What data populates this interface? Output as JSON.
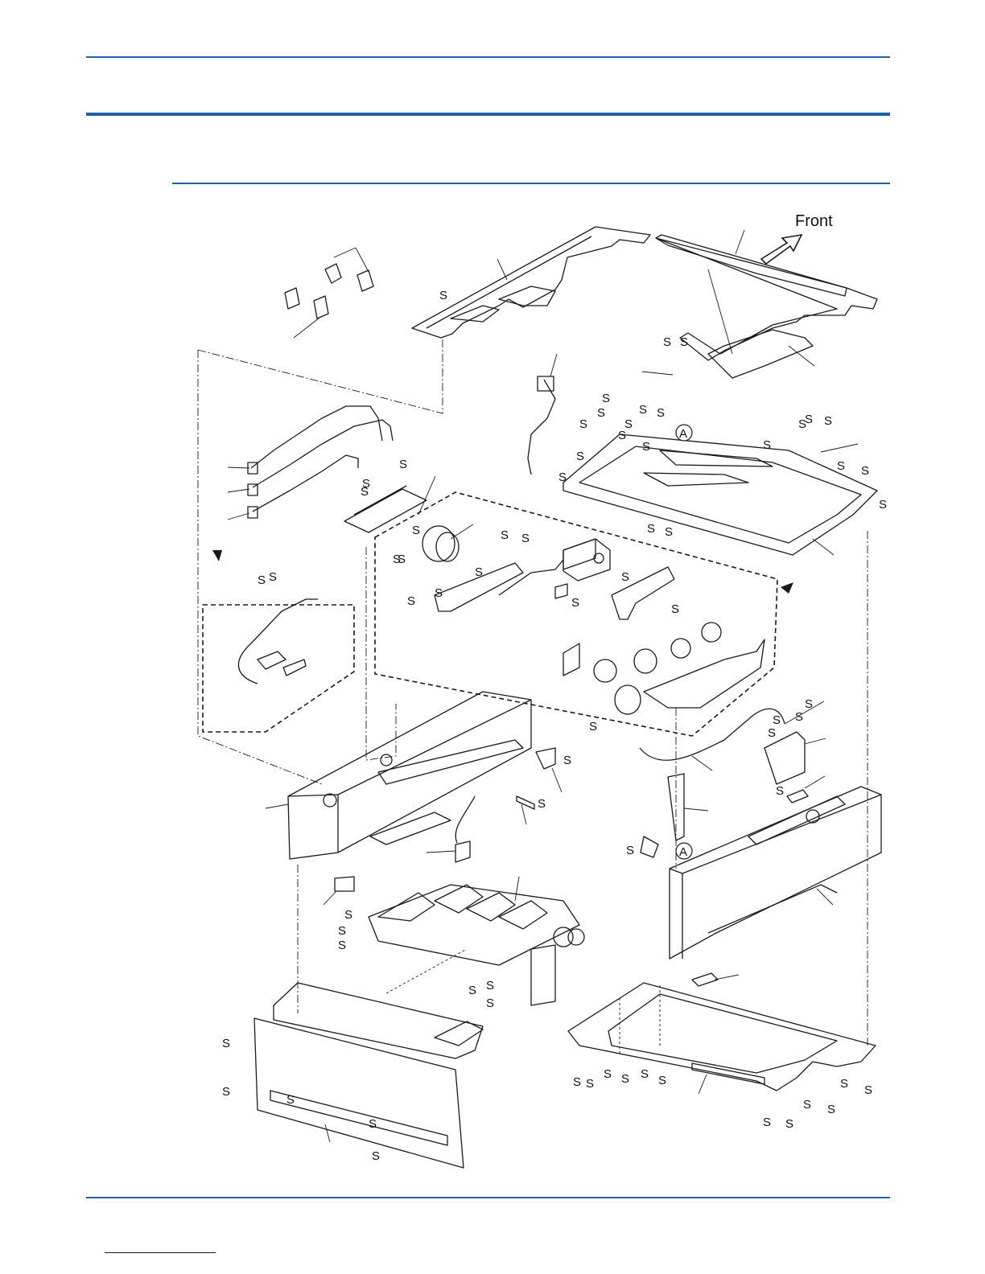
{
  "diagram": {
    "front_label": "Front",
    "screw_label": "S",
    "reference_label": "A",
    "screw_callout_count": 70,
    "reference_callout_count": 2
  },
  "colors": {
    "rule": "#1f5fa8",
    "line_art": "#1a1a1a",
    "background": "#ffffff"
  },
  "icons": [
    "direction-arrow-icon",
    "pointer-triangle-icon"
  ]
}
